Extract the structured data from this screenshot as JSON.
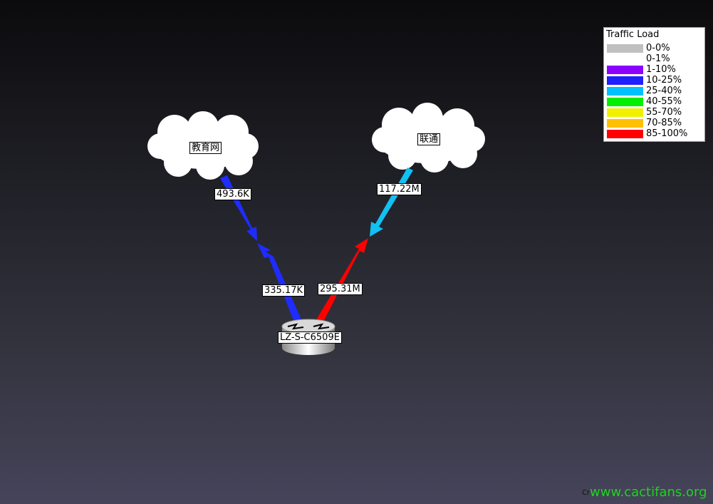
{
  "nodes": {
    "cloud_left": {
      "label": "教育网"
    },
    "cloud_right": {
      "label": "联通"
    },
    "router": {
      "label": "LZ-S-C6509E"
    }
  },
  "links": {
    "left_in": {
      "label": "493.6K",
      "color": "#1f2cff"
    },
    "left_out": {
      "label": "335.17K",
      "color": "#1f2cff"
    },
    "right_in": {
      "label": "117.22M",
      "color": "#12c0f2"
    },
    "right_out": {
      "label": "295.31M",
      "color": "#ff0000"
    }
  },
  "legend": {
    "title": "Traffic Load",
    "items": [
      {
        "label": "0-0%",
        "color": "#c0c0c0"
      },
      {
        "label": "0-1%",
        "color": "#ffffff"
      },
      {
        "label": "1-10%",
        "color": "#8c00ff"
      },
      {
        "label": "10-25%",
        "color": "#2020ff"
      },
      {
        "label": "25-40%",
        "color": "#00c0ff"
      },
      {
        "label": "40-55%",
        "color": "#00f000"
      },
      {
        "label": "55-70%",
        "color": "#f0f000"
      },
      {
        "label": "70-85%",
        "color": "#ffc000"
      },
      {
        "label": "85-100%",
        "color": "#ff0000"
      }
    ]
  },
  "footer": {
    "credit": "Cr",
    "watermark": "www.cactifans.org"
  }
}
